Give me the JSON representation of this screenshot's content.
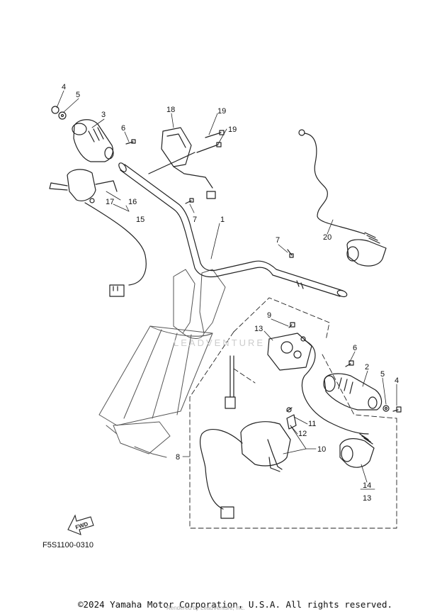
{
  "diagram": {
    "callouts": [
      "1",
      "2",
      "3",
      "4",
      "4",
      "5",
      "5",
      "6",
      "6",
      "7",
      "7",
      "7",
      "8",
      "9",
      "10",
      "11",
      "12",
      "13",
      "14",
      "13",
      "15",
      "16",
      "17",
      "18",
      "19",
      "19",
      "20"
    ],
    "fwd_label": "FWD",
    "watermark": "LEADVENTURE",
    "footer_watermark": "Rendered by LeadVenture, Inc.",
    "part_code": "F5S1100-0310",
    "copyright": "©2024 Yamaha Motor Corporation, U.S.A. All rights reserved."
  }
}
